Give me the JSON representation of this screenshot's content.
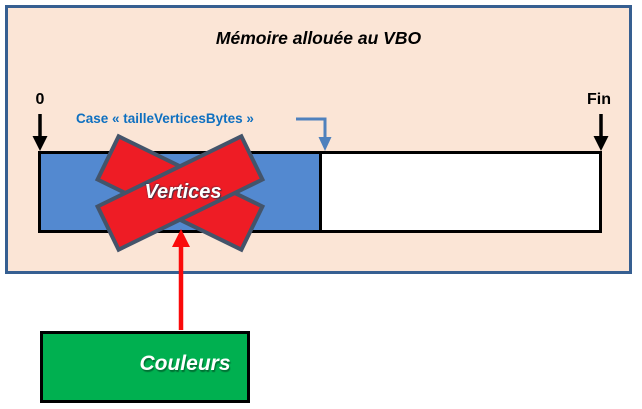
{
  "diagram": {
    "title": "Mémoire allouée au VBO",
    "memory_bar": {
      "start_label": "0",
      "end_label": "Fin",
      "offset_label": "Case « tailleVerticesBytes »",
      "vertices_label": "Vertices"
    },
    "couleurs_label": "Couleurs"
  },
  "colors": {
    "page-bg": "#ffffff",
    "panel-bg": "#fbe5d6",
    "panel-border": "#365f91",
    "bar-blue": "#5389d0",
    "bar-border": "#000000",
    "label-blue": "#0f70c0",
    "connector-blue": "#4f81bd",
    "cross-red": "#ee1c25",
    "cross-outline": "#44546a",
    "arrow-red": "#fa0a0a",
    "green-fill": "#00b050",
    "text-white": "#ffffff",
    "text-black": "#000000"
  }
}
